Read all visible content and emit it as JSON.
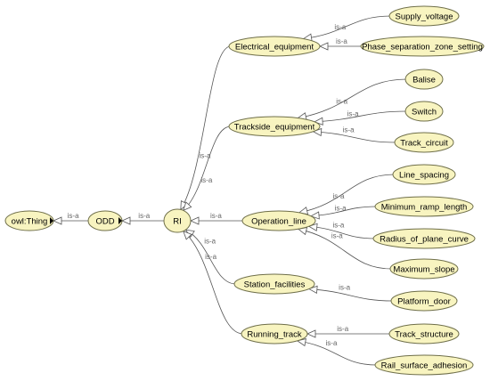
{
  "diagram": {
    "edge_label": "is-a",
    "nodes": [
      {
        "id": "owl_thing",
        "label": "owl:Thing",
        "collapsed": true
      },
      {
        "id": "odd",
        "label": "ODD",
        "collapsed": true
      },
      {
        "id": "ri",
        "label": "RI"
      },
      {
        "id": "electrical_equipment",
        "label": "Electrical_equipment"
      },
      {
        "id": "supply_voltage",
        "label": "Supply_voltage"
      },
      {
        "id": "phase_separation",
        "label": "Phase_separation_zone_setting"
      },
      {
        "id": "trackside_equipment",
        "label": "Trackside_equipment"
      },
      {
        "id": "balise",
        "label": "Balise"
      },
      {
        "id": "switch",
        "label": "Switch"
      },
      {
        "id": "track_circuit",
        "label": "Track_circuit"
      },
      {
        "id": "operation_line",
        "label": "Operation_line"
      },
      {
        "id": "line_spacing",
        "label": "Line_spacing"
      },
      {
        "id": "minimum_ramp_length",
        "label": "Minimum_ramp_length"
      },
      {
        "id": "radius_plane_curve",
        "label": "Radius_of_plane_curve"
      },
      {
        "id": "maximum_slope",
        "label": "Maximum_slope"
      },
      {
        "id": "station_facilities",
        "label": "Station_facilities"
      },
      {
        "id": "platform_door",
        "label": "Platform_door"
      },
      {
        "id": "running_track",
        "label": "Running_track"
      },
      {
        "id": "track_structure",
        "label": "Track_structure"
      },
      {
        "id": "rail_surface_adhesion",
        "label": "Rail_surface_adhesion"
      }
    ],
    "edges": [
      {
        "from": "odd",
        "to": "owl_thing"
      },
      {
        "from": "ri",
        "to": "odd"
      },
      {
        "from": "electrical_equipment",
        "to": "ri"
      },
      {
        "from": "trackside_equipment",
        "to": "ri"
      },
      {
        "from": "operation_line",
        "to": "ri"
      },
      {
        "from": "station_facilities",
        "to": "ri"
      },
      {
        "from": "running_track",
        "to": "ri"
      },
      {
        "from": "supply_voltage",
        "to": "electrical_equipment"
      },
      {
        "from": "phase_separation",
        "to": "electrical_equipment"
      },
      {
        "from": "balise",
        "to": "trackside_equipment"
      },
      {
        "from": "switch",
        "to": "trackside_equipment"
      },
      {
        "from": "track_circuit",
        "to": "trackside_equipment"
      },
      {
        "from": "line_spacing",
        "to": "operation_line"
      },
      {
        "from": "minimum_ramp_length",
        "to": "operation_line"
      },
      {
        "from": "radius_plane_curve",
        "to": "operation_line"
      },
      {
        "from": "maximum_slope",
        "to": "operation_line"
      },
      {
        "from": "platform_door",
        "to": "station_facilities"
      },
      {
        "from": "track_structure",
        "to": "running_track"
      },
      {
        "from": "rail_surface_adhesion",
        "to": "running_track"
      }
    ]
  }
}
